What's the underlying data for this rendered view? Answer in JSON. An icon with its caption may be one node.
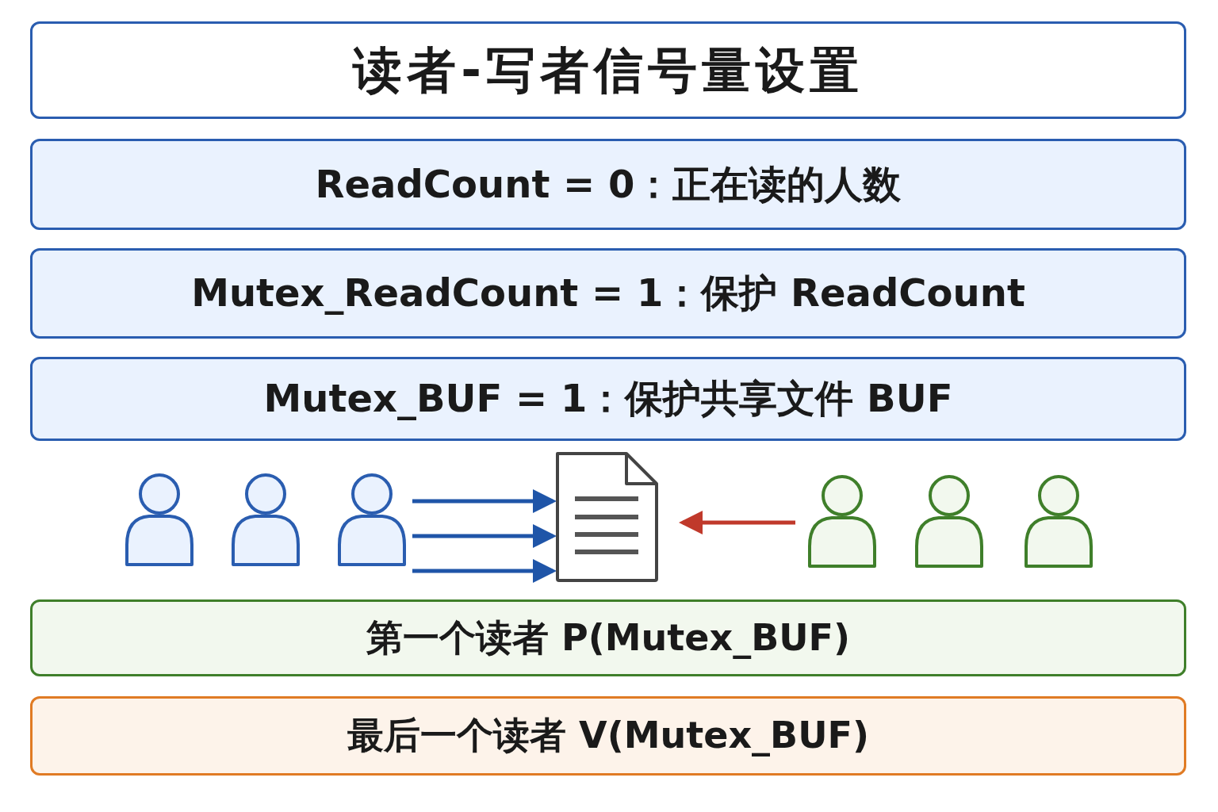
{
  "diagram": {
    "nodes": [
      {
        "text": [
          "读者-写者信号量设置"
        ]
      },
      {
        "text": [
          "ReadCount = 0：正在读的人数"
        ]
      },
      {
        "text": [
          "Mutex_ReadCount = 1：保护 ReadCount"
        ]
      },
      {
        "text": [
          "Mutex_BUF = 1：保护共享文件 BUF"
        ]
      },
      {
        "text": [],
        "shape": "person"
      },
      {
        "text": [],
        "shape": "person"
      },
      {
        "text": [],
        "shape": "person"
      },
      {
        "text": [],
        "shape": "document"
      },
      {
        "text": [],
        "shape": "person"
      },
      {
        "text": [],
        "shape": "person"
      },
      {
        "text": [],
        "shape": "person"
      },
      {
        "text": [
          "第一个读者 P(Mutex_BUF)"
        ]
      },
      {
        "text": [
          "最后一个读者 V(Mutex_BUF)"
        ]
      }
    ],
    "edges": [
      {
        "from": 6,
        "to": 7,
        "arrow": "to"
      },
      {
        "from": 6,
        "to": 7,
        "arrow": "to"
      },
      {
        "from": 6,
        "to": 7,
        "arrow": "to"
      },
      {
        "from": 8,
        "to": 7,
        "arrow": "to",
        "color": "#c0392b"
      }
    ]
  }
}
